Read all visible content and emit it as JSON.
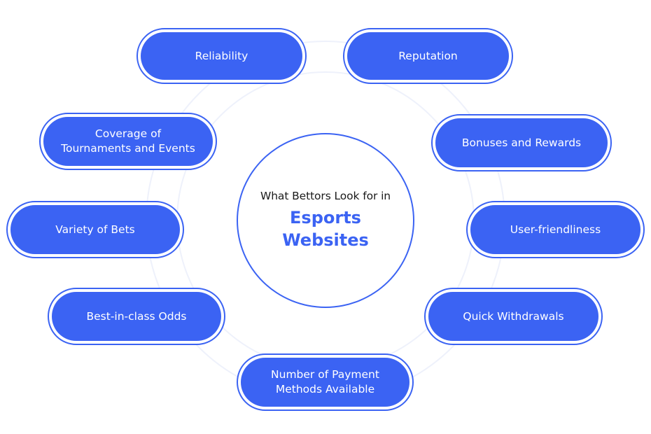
{
  "center": {
    "subtitle": "What Bettors Look for in",
    "title": "Esports Websites"
  },
  "items": [
    {
      "id": "reliability",
      "label": "Reliability"
    },
    {
      "id": "reputation",
      "label": "Reputation"
    },
    {
      "id": "coverage",
      "label": "Coverage of\nTournaments and Events"
    },
    {
      "id": "bonuses",
      "label": "Bonuses and Rewards"
    },
    {
      "id": "variety",
      "label": "Variety of Bets"
    },
    {
      "id": "user-friendliness",
      "label": "User-friendliness"
    },
    {
      "id": "odds",
      "label": "Best-in-class Odds"
    },
    {
      "id": "withdrawals",
      "label": "Quick Withdrawals"
    },
    {
      "id": "payment",
      "label": "Number of Payment\nMethods Available"
    }
  ],
  "colors": {
    "accent": "#3b63f3",
    "ring": "#eef1fb",
    "text_dark": "#1a1a1a",
    "text_light": "#ffffff"
  }
}
